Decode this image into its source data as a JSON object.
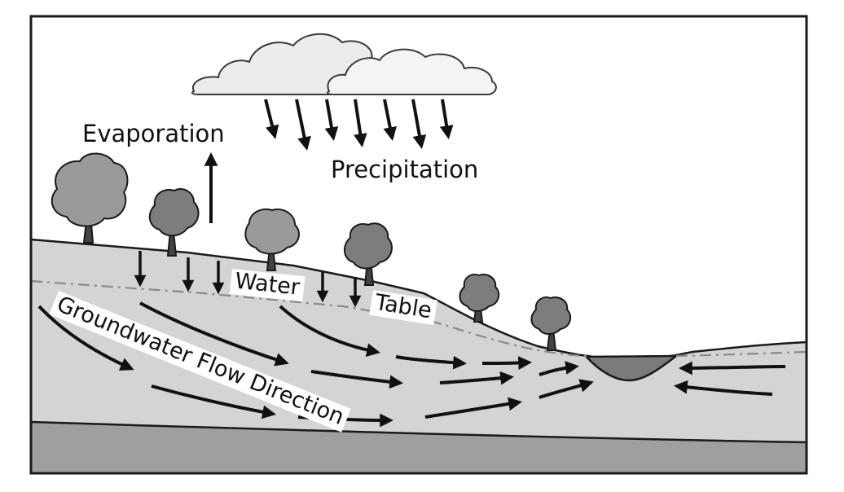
{
  "labels": {
    "evaporation": "Evaporation",
    "precipitation": "Precipitation",
    "water": "Water",
    "table": "Table",
    "groundwater_flow": "Groundwater Flow Direction"
  },
  "colors": {
    "sky": "#ffffff",
    "ground": "#d4d4d4",
    "bedrock": "#9f9f9f",
    "pond": "#7b7b7b",
    "tree_light": "#9a9a9a",
    "tree_dark": "#7d7d7d",
    "cloud": "#ececec",
    "outline": "#1a1a1a",
    "water_table_line": "#8a8a8a"
  },
  "icons": {
    "clouds": "cloud-icon",
    "trees": "tree-icon",
    "arrows": "arrow-icon"
  }
}
